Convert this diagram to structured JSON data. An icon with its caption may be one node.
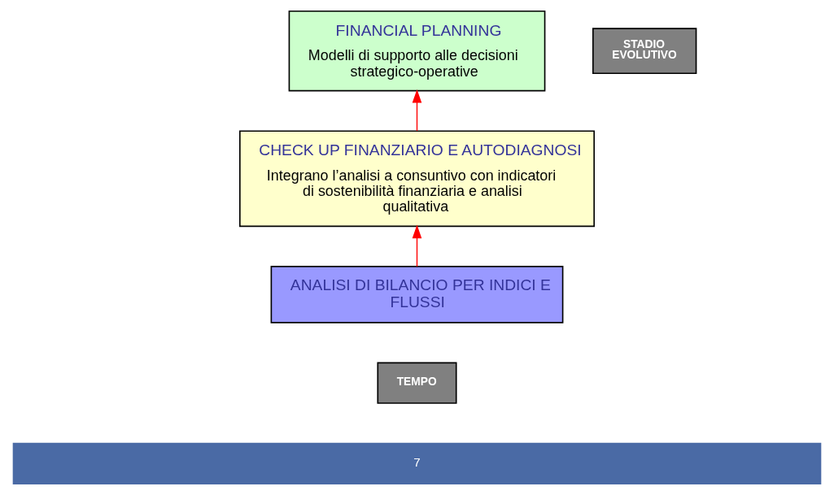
{
  "diagram": {
    "nodes": [
      {
        "text": [
          "STADIO EVOLUTIVO"
        ]
      },
      {
        "text": [
          "FINANCIAL PLANNING",
          "Modelli di supporto alle decisioni strategico-operative"
        ]
      },
      {
        "text": [
          "CHECK UP FINANZIARIO E AUTODIAGNOSI",
          "Integrano l’analisi a consuntivo con indicatori di sostenibilità finanziaria e analisi qualitativa"
        ]
      },
      {
        "text": [
          "ANALISI DI BILANCIO PER INDICI E FLUSSI"
        ]
      },
      {
        "text": [
          "TEMPO"
        ]
      },
      {
        "text": [
          "7"
        ]
      }
    ],
    "edges": [
      {
        "from": 3,
        "to": 2,
        "arrow": "to"
      },
      {
        "from": 2,
        "to": 1,
        "arrow": "to"
      }
    ]
  }
}
